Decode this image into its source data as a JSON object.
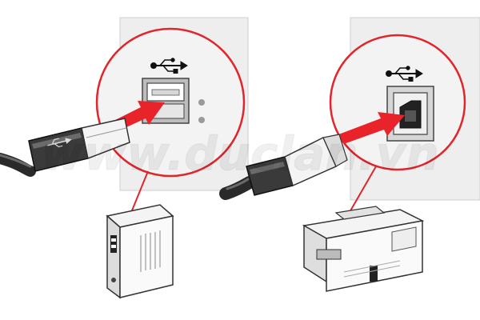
{
  "figure": {
    "watermark": "www.duclan.vn",
    "colors": {
      "arrow": "#e8242a",
      "callout": "#e0262c",
      "cable": "#2a2a2a",
      "cable_highlight": "#6a6a6a",
      "wall": "#ececec",
      "outline": "#333333"
    },
    "icons": {
      "usb_symbol": "usb-icon",
      "computer_tower": "computer-tower-icon",
      "printer": "printer-icon"
    },
    "steps": [
      {
        "port": "usb-a-port",
        "device": "computer"
      },
      {
        "port": "usb-b-port",
        "device": "printer"
      }
    ]
  }
}
